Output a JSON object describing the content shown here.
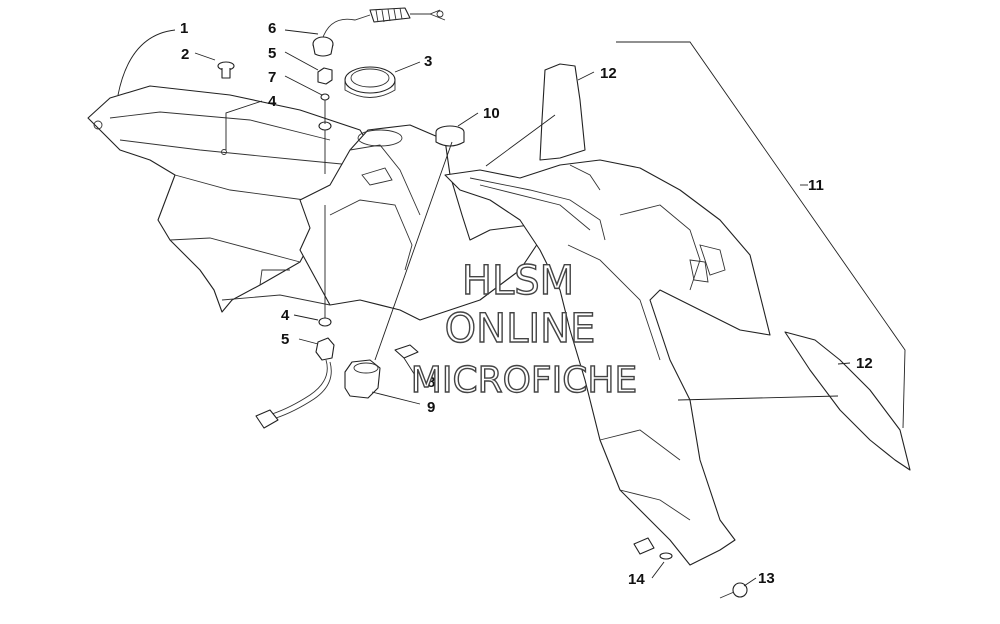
{
  "callouts": {
    "c1": "1",
    "c2": "2",
    "c3": "3",
    "c4a": "4",
    "c4b": "4",
    "c5a": "5",
    "c5b": "5",
    "c6": "6",
    "c7": "7",
    "c8": "8",
    "c9": "9",
    "c10": "10",
    "c11": "11",
    "c12a": "12",
    "c12b": "12",
    "c13": "13",
    "c14": "14"
  },
  "watermark": {
    "line1": "HLSM",
    "line2": "ONLINE",
    "line3": "MICROFICHE"
  }
}
